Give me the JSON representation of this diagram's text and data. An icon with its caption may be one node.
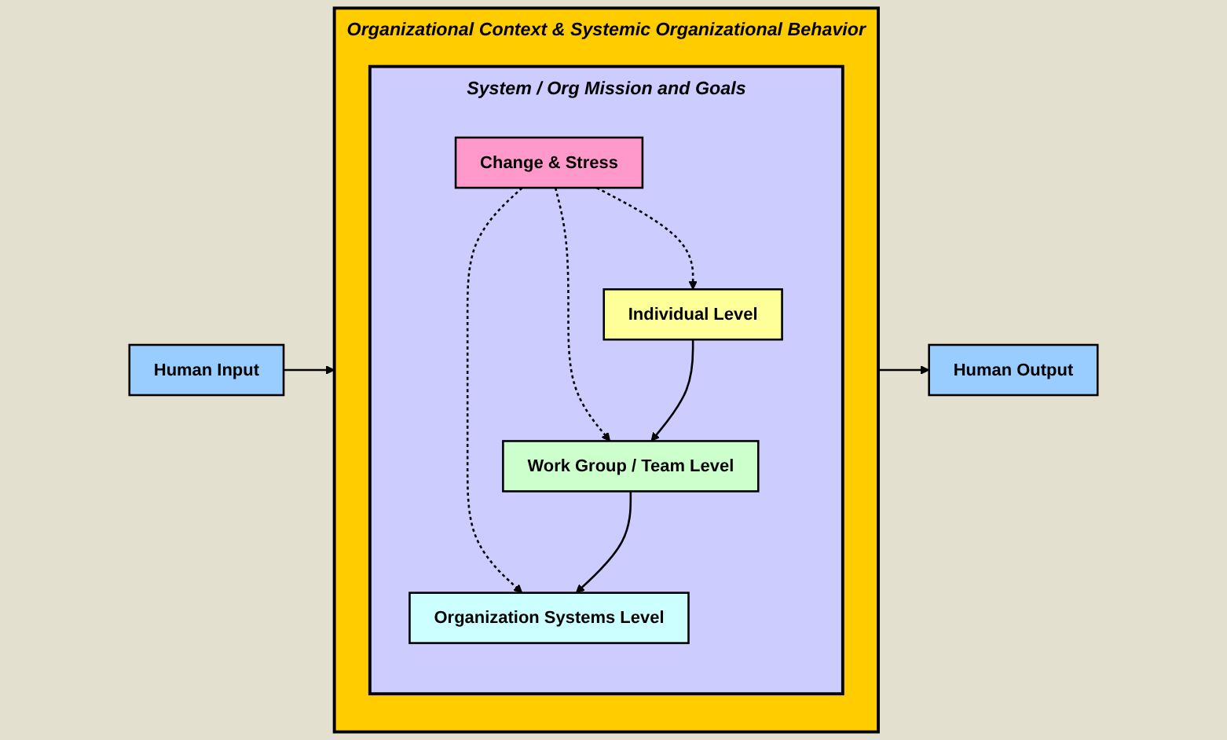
{
  "diagram": {
    "nodes": [
      {
        "text": [
          "Human Input"
        ]
      },
      {
        "text": [
          "Organizational Context & Systemic Organizational Behavior"
        ]
      },
      {
        "text": [
          "System / Org Mission and Goals"
        ],
        "in": 1
      },
      {
        "text": [
          "Organization Systems Level"
        ],
        "in": 2
      },
      {
        "text": [
          "Change & Stress"
        ],
        "in": 2
      },
      {
        "text": [
          "Work Group / Team Level"
        ],
        "in": 2
      },
      {
        "text": [
          "Individual Level"
        ],
        "in": 2
      },
      {
        "text": [
          "Human Output"
        ]
      }
    ],
    "edges": [
      {
        "from": 0,
        "to": 1,
        "arrow": "to"
      },
      {
        "from": 1,
        "to": 7,
        "arrow": "to"
      },
      {
        "from": 4,
        "to": 3,
        "arrow": "to",
        "style": "dashed"
      },
      {
        "from": 4,
        "to": 5,
        "arrow": "to",
        "style": "dashed"
      },
      {
        "from": 4,
        "to": 6,
        "arrow": "to",
        "style": "dashed"
      },
      {
        "from": 5,
        "to": 3,
        "arrow": "to"
      },
      {
        "from": 6,
        "to": 5,
        "arrow": "to"
      }
    ]
  }
}
